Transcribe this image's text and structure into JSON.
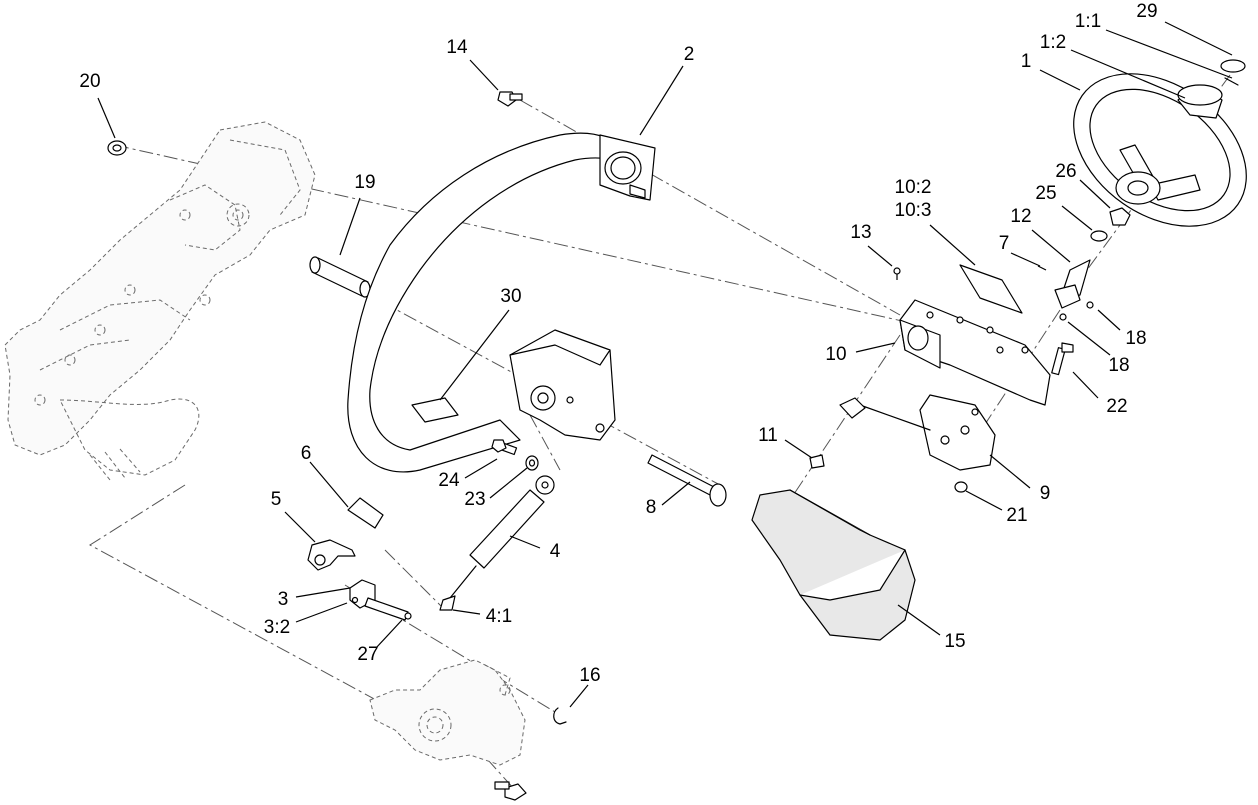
{
  "callouts": {
    "c29": "29",
    "c1_1": "1:1",
    "c1_2": "1:2",
    "c1": "1",
    "c20": "20",
    "c14": "14",
    "c2": "2",
    "c19": "19",
    "c26": "26",
    "c25": "25",
    "c10_2": "10:2",
    "c10_3": "10:3",
    "c12": "12",
    "c13": "13",
    "c7": "7",
    "c30": "30",
    "c18a": "18",
    "c18b": "18",
    "c10": "10",
    "c22": "22",
    "c6": "6",
    "c11": "11",
    "c24": "24",
    "c23": "23",
    "c9": "9",
    "c21": "21",
    "c5": "5",
    "c8": "8",
    "c4": "4",
    "c3": "3",
    "c3_2": "3:2",
    "c4_1": "4:1",
    "c27": "27",
    "c15": "15",
    "c16": "16"
  }
}
